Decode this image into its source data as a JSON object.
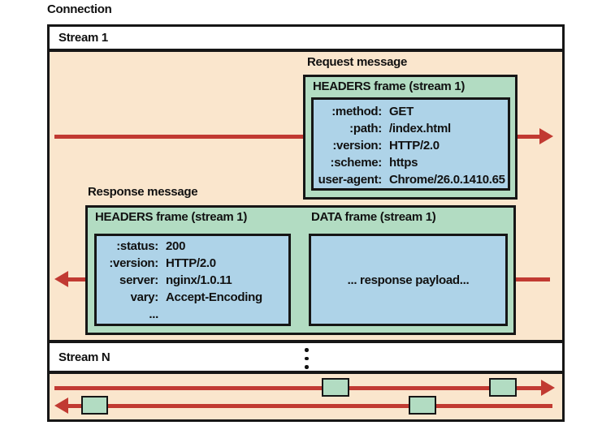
{
  "connection_label": "Connection",
  "stream1": {
    "label": "Stream 1"
  },
  "request": {
    "message_label": "Request message",
    "frame_title": "HEADERS frame (stream 1)",
    "headers": [
      {
        "key": ":method:",
        "value": "GET"
      },
      {
        "key": ":path:",
        "value": "/index.html"
      },
      {
        "key": ":version:",
        "value": "HTTP/2.0"
      },
      {
        "key": ":scheme:",
        "value": "https"
      },
      {
        "key": "user-agent:",
        "value": "Chrome/26.0.1410.65"
      }
    ]
  },
  "response": {
    "message_label": "Response message",
    "headers_frame_title": "HEADERS frame (stream 1)",
    "data_frame_title": "DATA frame (stream 1)",
    "headers": [
      {
        "key": ":status:",
        "value": "200"
      },
      {
        "key": ":version:",
        "value": "HTTP/2.0"
      },
      {
        "key": "server:",
        "value": "nginx/1.0.11"
      },
      {
        "key": "vary:",
        "value": "Accept-Encoding"
      }
    ],
    "headers_ellipsis": "...",
    "data_payload": "... response payload..."
  },
  "streamN": {
    "label": "Stream N"
  },
  "colors": {
    "background": "#ffffff",
    "panel-peach": "#fae6cd",
    "frame-green": "#b2dcc2",
    "frame-blue": "#aed3e8",
    "arrow-red": "#c13a32",
    "ink": "#161616"
  }
}
